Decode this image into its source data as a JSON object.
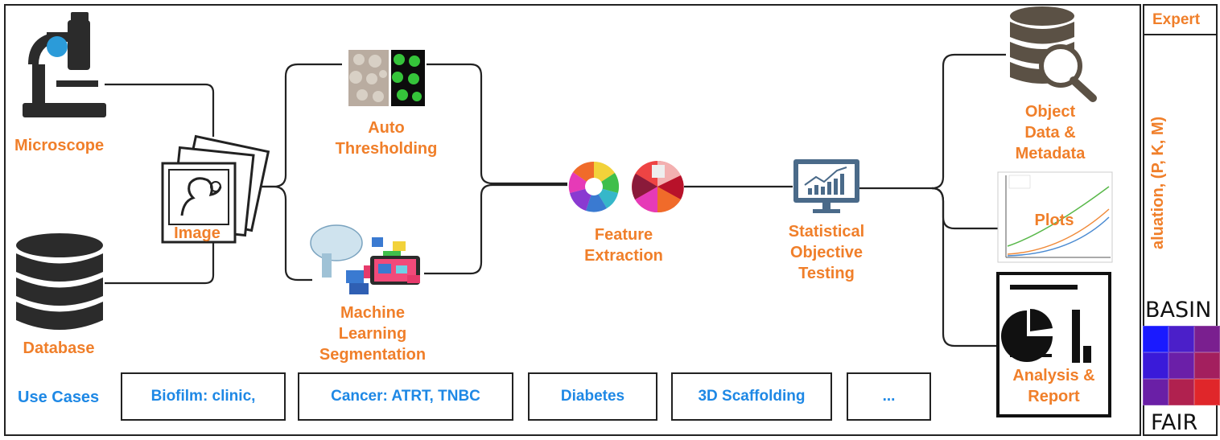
{
  "nodes": {
    "microscope": "Microscope",
    "database": "Database",
    "image": "Image",
    "auto_thresholding": [
      "Auto",
      "Thresholding"
    ],
    "ml_segmentation": [
      "Machine",
      "Learning",
      "Segmentation"
    ],
    "feature_extraction": [
      "Feature",
      "Extraction"
    ],
    "statistical_testing": [
      "Statistical",
      "Objective",
      "Testing"
    ],
    "object_data": [
      "Object",
      "Data &",
      "Metadata"
    ],
    "plots": "Plots",
    "analysis_report": [
      "Analysis &",
      "Report"
    ]
  },
  "use_cases": {
    "label": "Use Cases",
    "items": [
      "Biofilm: clinic,",
      "Cancer: ATRT, TNBC",
      "Diabetes",
      "3D Scaffolding",
      "..."
    ]
  },
  "side_panel": {
    "expert": "Expert",
    "evaluation": "aluation, (P, K, M)",
    "basin": "BASIN",
    "fair": "FAIR",
    "grid_colors": [
      "#1a1aff",
      "#4b1fc9",
      "#7a1f8f",
      "#3a1ad9",
      "#6b1fa8",
      "#a31f5e",
      "#6a1fa6",
      "#b0214f",
      "#e0262a"
    ]
  },
  "colors": {
    "accent_orange": "#f07f2a",
    "accent_blue": "#1e88e5",
    "icon_dark": "#2b2b2b",
    "monitor_blue": "#4a6a89",
    "database_brown": "#5b5145"
  }
}
